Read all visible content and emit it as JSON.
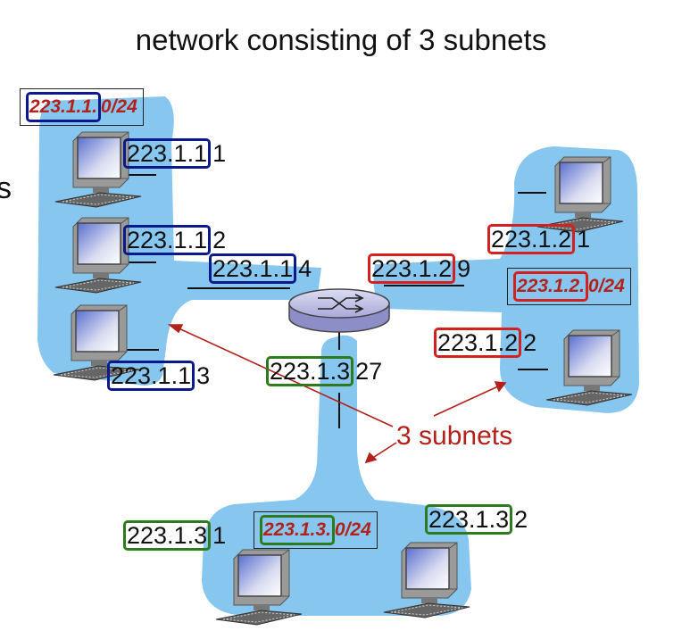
{
  "title": "network consisting of 3 subnets",
  "cutoff_text": "s",
  "annotation": "3 subnets",
  "subnets": {
    "blue": {
      "prefix": "223.1.1.",
      "suffix": "0/24"
    },
    "red": {
      "prefix": "223.1.2.",
      "suffix": "0/24"
    },
    "green": {
      "prefix": "223.1.3.",
      "suffix": "0/24"
    }
  },
  "interfaces": [
    {
      "prefix": "223.1.1",
      "host": "1",
      "color": "blue"
    },
    {
      "prefix": "223.1.1",
      "host": "2",
      "color": "blue"
    },
    {
      "prefix": "223.1.1",
      "host": "4",
      "color": "blue"
    },
    {
      "prefix": "223.1.1",
      "host": "3",
      "color": "blue"
    },
    {
      "prefix": "223.1.2",
      "host": "9",
      "color": "red"
    },
    {
      "prefix": "223.1.2",
      "host": "1",
      "color": "red"
    },
    {
      "prefix": "223.1.2",
      "host": "2",
      "color": "red"
    },
    {
      "prefix": "223.1.3",
      "host": "27",
      "color": "green"
    },
    {
      "prefix": "223.1.3",
      "host": "1",
      "color": "green"
    },
    {
      "prefix": "223.1.3",
      "host": "2",
      "color": "green"
    }
  ],
  "colors": {
    "blue": "#0a1a8c",
    "red": "#d32020",
    "green": "#2e7a1c",
    "cloud": "#86c6ef",
    "label_red": "#b3221a"
  },
  "icons": [
    "computer-icon",
    "router-icon"
  ]
}
